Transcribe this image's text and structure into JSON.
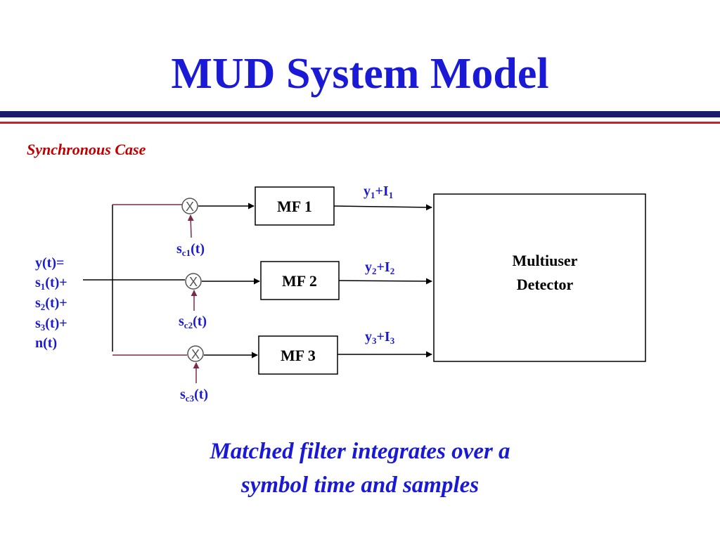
{
  "slide": {
    "title": "MUD System Model",
    "subtitle": "Synchronous Case",
    "caption_line1": "Matched filter integrates over a",
    "caption_line2": "symbol time and samples"
  },
  "colors": {
    "title": "#1a1ad6",
    "subtitle": "#c00000",
    "navy_rule": "#1c1c6e",
    "red_rule": "#c8202a",
    "branch_line": "#7a2a4a",
    "mixer_circle": "#555555",
    "label_text": "#1a1ad6"
  },
  "diagram": {
    "input_lines": [
      {
        "base": "y",
        "sub": "",
        "suffix": "(t)="
      },
      {
        "base": "s",
        "sub": "1",
        "suffix": "(t)+"
      },
      {
        "base": "s",
        "sub": "2",
        "suffix": "(t)+"
      },
      {
        "base": "s",
        "sub": "3",
        "suffix": "(t)+"
      },
      {
        "base": "n",
        "sub": "",
        "suffix": "(t)"
      }
    ],
    "mixer_symbol": "X",
    "branches": [
      {
        "mf_label": "MF 1",
        "code_base": "s",
        "code_sub": "c1",
        "code_suffix": "(t)",
        "out_base": "y",
        "out_sub1": "1",
        "out_mid": "+I",
        "out_sub2": "1"
      },
      {
        "mf_label": "MF 2",
        "code_base": "s",
        "code_sub": "c2",
        "code_suffix": "(t)",
        "out_base": "y",
        "out_sub1": "2",
        "out_mid": "+I",
        "out_sub2": "2"
      },
      {
        "mf_label": "MF 3",
        "code_base": "s",
        "code_sub": "c3",
        "code_suffix": "(t)",
        "out_base": "y",
        "out_sub1": "3",
        "out_mid": "+I",
        "out_sub2": "3"
      }
    ],
    "detector_line1": "Multiuser",
    "detector_line2": "Detector"
  }
}
